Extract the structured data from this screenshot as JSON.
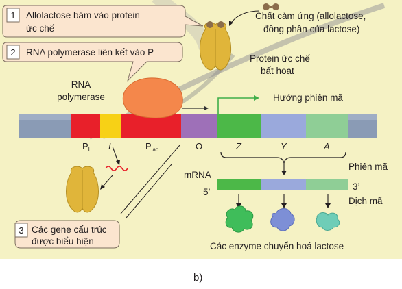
{
  "callouts": [
    {
      "num": "1",
      "text": "Allolactose bám vào protein",
      "text2": "ức chế"
    },
    {
      "num": "2",
      "text": "RNA polymerase liên kết vào P"
    },
    {
      "num": "3",
      "text": "Các gene cấu trúc",
      "text2": "được biểu hiện"
    }
  ],
  "inducer": {
    "line1": "Chất cảm ứng (allolactose,",
    "line2": "đồng phân của lactose)"
  },
  "inactive_repressor": {
    "line1": "Protein ức chế",
    "line2": "bất hoạt"
  },
  "rna_polymerase": {
    "line1": "RNA",
    "line2": "polymerase"
  },
  "transcription_direction": "Hướng phiên mã",
  "regions": {
    "pi": "P",
    "pi_sub": "I",
    "i": "I",
    "plac": "P",
    "plac_sub": "lac",
    "o": "O",
    "z": "Z",
    "y": "Y",
    "a": "A"
  },
  "mrna": {
    "label": "mRNA",
    "five": "5’",
    "three": "3’"
  },
  "steps": {
    "transcription": "Phiên mã",
    "translation": "Dịch mã"
  },
  "enzymes_label": "Các enzyme chuyển hoá lactose",
  "caption": "b)",
  "colors": {
    "panel": "#f5f2c4",
    "dna_strand": "#8a9bb5",
    "pi": "#e8202a",
    "i": "#f7d116",
    "plac": "#e8202a",
    "o": "#9e70b8",
    "z": "#4cb848",
    "y": "#9aa9dc",
    "a": "#8fce96",
    "arrow_green": "#3fae49",
    "enzyme_z": "#3fbd5a",
    "enzyme_y": "#7d8fd6",
    "enzyme_a": "#6fcdb7",
    "polymerase": "#f4874b",
    "repressor": "#e0b53a",
    "inducer": "#8b6d4b",
    "callout_fill": "#fbe5cf",
    "callout_stroke": "#7a6b5d"
  }
}
